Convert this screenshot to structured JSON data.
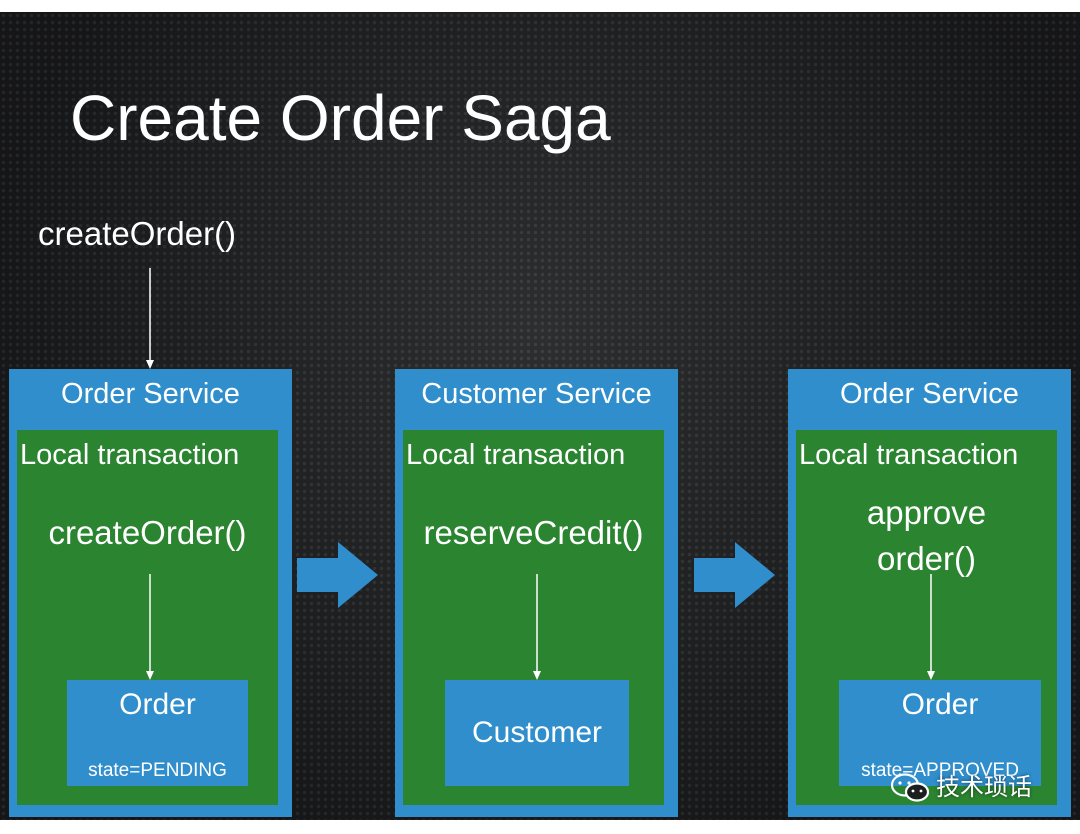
{
  "slide": {
    "title": "Create Order Saga",
    "entry_call": "createOrder()"
  },
  "services": [
    {
      "title": "Order Service",
      "transaction_label": "Local transaction",
      "operation": "createOrder()",
      "entity": {
        "name": "Order",
        "state": "state=PENDING"
      }
    },
    {
      "title": "Customer Service",
      "transaction_label": "Local transaction",
      "operation": "reserveCredit()",
      "entity": {
        "name": "Customer",
        "state": ""
      }
    },
    {
      "title": "Order Service",
      "transaction_label": "Local transaction",
      "operation_line1": "approve",
      "operation_line2": "order()",
      "entity": {
        "name": "Order",
        "state": "state=APPROVED"
      }
    }
  ],
  "watermark": {
    "text": "技术琐话",
    "icon": "wechat-icon"
  },
  "colors": {
    "background": "#1d1e20",
    "service_blue": "#2f8ecb",
    "transaction_green": "#2a8430",
    "arrow_blue": "#2f8ecb",
    "text": "#ffffff"
  }
}
